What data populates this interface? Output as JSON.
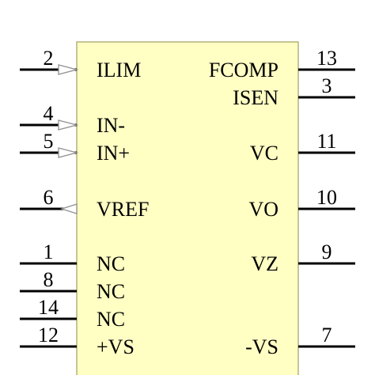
{
  "colors": {
    "body_fill": "#ffffc4",
    "body_stroke": "#b4b478",
    "line": "#000000",
    "arrow": "#909090"
  },
  "left_pins": [
    {
      "num": "2",
      "name": "ILIM",
      "marker": "in"
    },
    {
      "num": "4",
      "name": "IN-",
      "marker": "in"
    },
    {
      "num": "5",
      "name": "IN+",
      "marker": "in"
    },
    {
      "num": "6",
      "name": "VREF",
      "marker": "out"
    },
    {
      "num": "1",
      "name": "NC",
      "marker": "none"
    },
    {
      "num": "8",
      "name": "NC",
      "marker": "none"
    },
    {
      "num": "14",
      "name": "NC",
      "marker": "none"
    },
    {
      "num": "12",
      "name": "+VS",
      "marker": "none"
    }
  ],
  "right_pins": [
    {
      "num": "13",
      "name": "FCOMP"
    },
    {
      "num": "3",
      "name": "ISEN"
    },
    {
      "num": "11",
      "name": "VC"
    },
    {
      "num": "10",
      "name": "VO"
    },
    {
      "num": "9",
      "name": "VZ"
    },
    {
      "num": "7",
      "name": "-VS"
    }
  ]
}
